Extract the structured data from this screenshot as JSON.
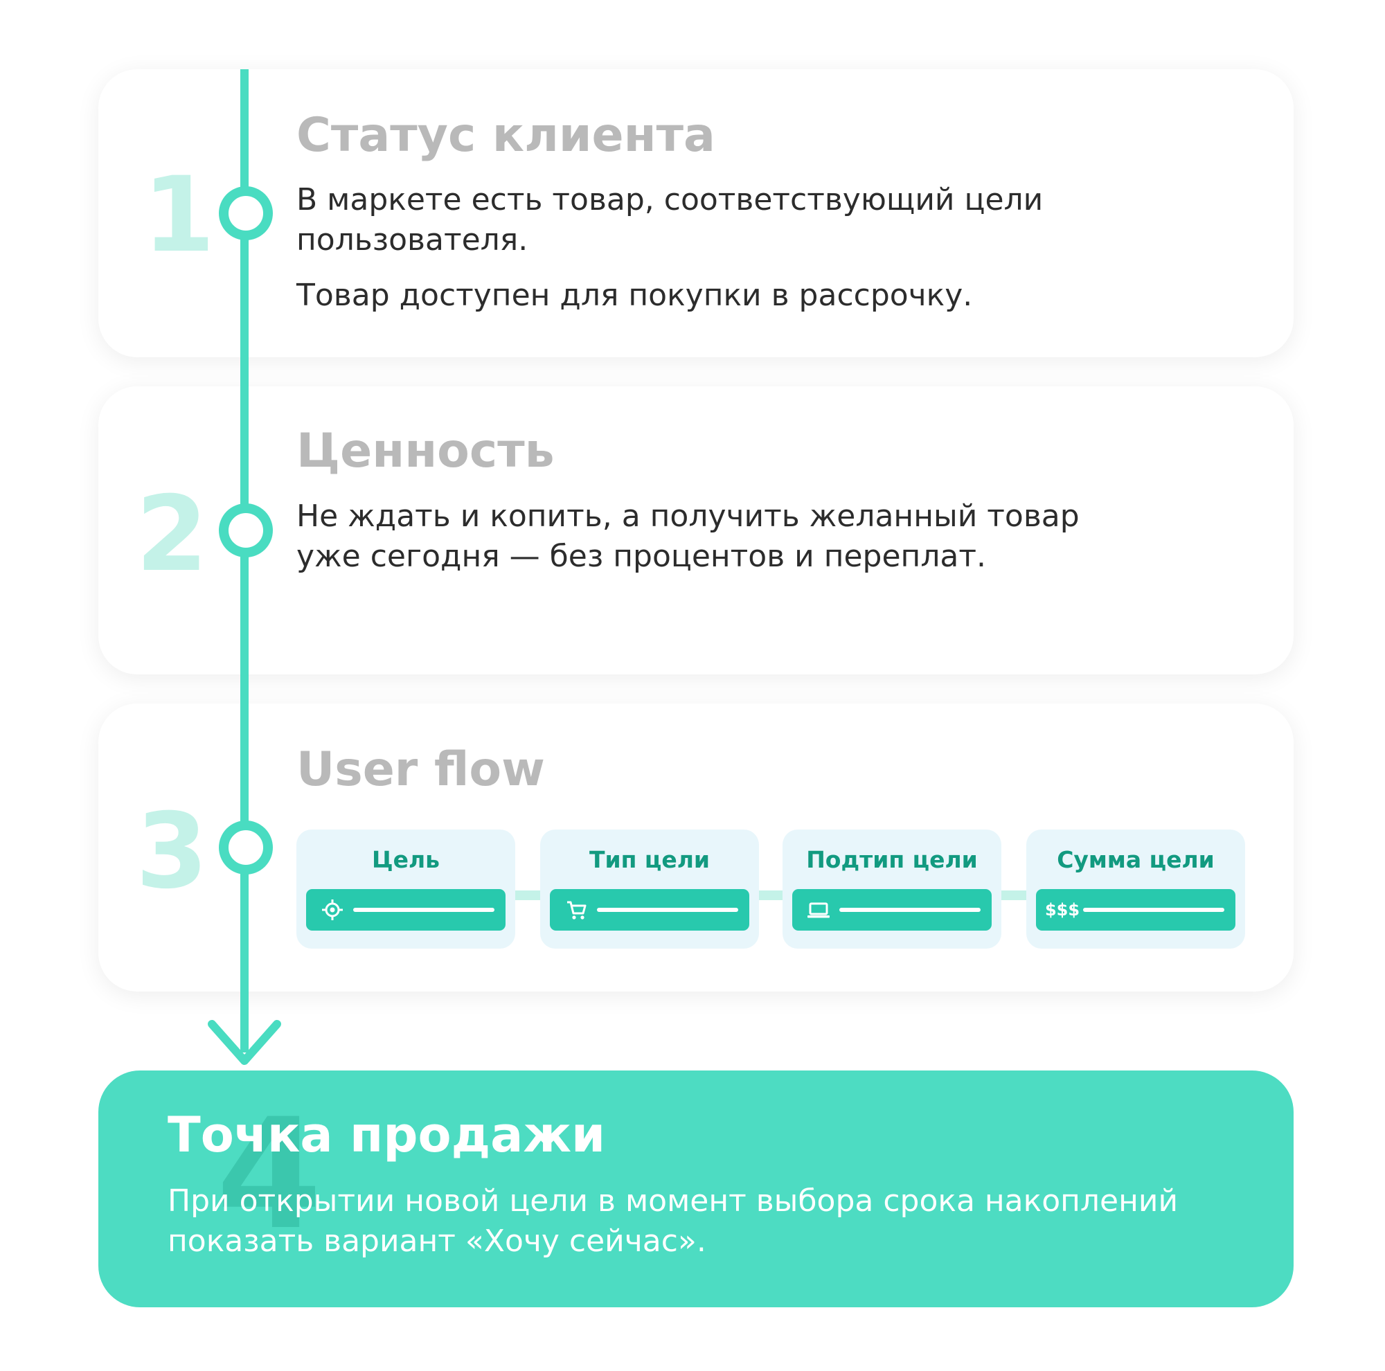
{
  "colors": {
    "accent": "#49dcc1",
    "step_number": "#c4f2e8",
    "title_gray": "#b9b9b9",
    "flow_label": "#129a80",
    "flow_input": "#28c9ad",
    "final_card": "#4ddcc2"
  },
  "steps": [
    {
      "number": "1",
      "title": "Статус клиента",
      "paragraphs": [
        "В маркете есть товар, соответствующий цели пользователя.",
        "Товар доступен для покупки в рассрочку."
      ]
    },
    {
      "number": "2",
      "title": "Ценность",
      "lines": [
        "Не ждать и копить, а получить желанный товар",
        "уже сегодня — без процентов и переплат."
      ]
    },
    {
      "number": "3",
      "title": "User flow",
      "flow": [
        {
          "label": "Цель",
          "icon": "target-icon"
        },
        {
          "label": "Тип цели",
          "icon": "cart-icon"
        },
        {
          "label": "Подтип цели",
          "icon": "laptop-icon"
        },
        {
          "label": "Сумма цели",
          "icon": "dollar-icon",
          "icon_text": "$$$"
        }
      ]
    }
  ],
  "final": {
    "number": "4",
    "title": "Точка продажи",
    "text": "При открытии новой цели в момент выбора срока накоплений показать вариант «Хочу сейчас»."
  }
}
